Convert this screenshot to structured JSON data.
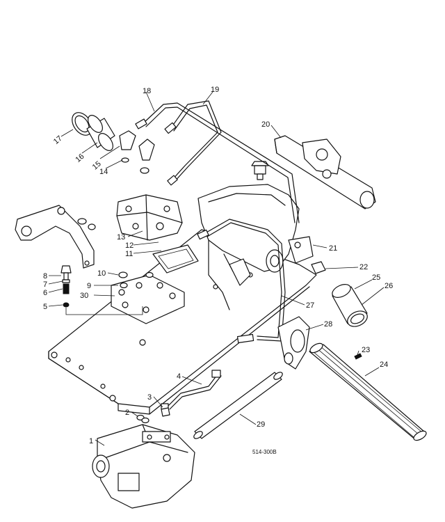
{
  "diagram": {
    "reference": "514-300B",
    "callouts": [
      "1",
      "2",
      "3",
      "4",
      "5",
      "6",
      "7",
      "8",
      "9",
      "10",
      "11",
      "12",
      "13",
      "14",
      "15",
      "16",
      "17",
      "18",
      "19",
      "20",
      "21",
      "22",
      "23",
      "24",
      "25",
      "26",
      "27",
      "28",
      "29",
      "30"
    ]
  }
}
